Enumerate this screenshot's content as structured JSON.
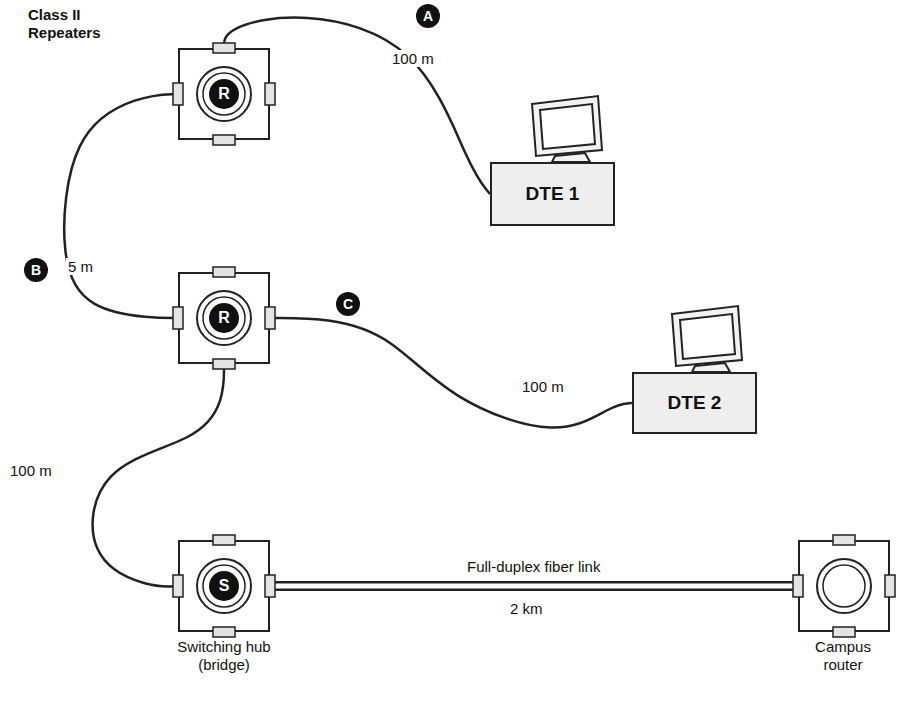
{
  "diagram": {
    "nodes": [
      {
        "text": [
          "R"
        ]
      },
      {
        "text": [
          "R"
        ]
      },
      {
        "text": [
          "S",
          "Switching hub (bridge)"
        ]
      },
      {
        "text": [
          "Campus router"
        ]
      },
      {
        "text": [
          "DTE 1"
        ]
      },
      {
        "text": [
          "DTE 2"
        ]
      }
    ],
    "edges": [
      {
        "from": 0,
        "to": 4,
        "arrow": "none",
        "label": "100 m"
      },
      {
        "from": 0,
        "to": 1,
        "arrow": "none",
        "label": "5 m"
      },
      {
        "from": 1,
        "to": 5,
        "arrow": "none",
        "label": "100 m"
      },
      {
        "from": 1,
        "to": 2,
        "arrow": "none",
        "label": "100 m"
      },
      {
        "from": 2,
        "to": 3,
        "arrow": "none",
        "label": "Full-duplex fiber link"
      }
    ],
    "labels": [
      "Class II Repeaters",
      "A",
      "B",
      "C",
      "2 km"
    ]
  }
}
